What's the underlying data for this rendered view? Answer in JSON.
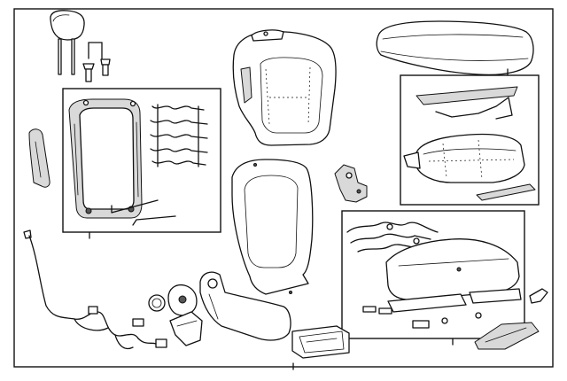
{
  "diagram": {
    "kind": "exploded-parts-diagram",
    "colors": {
      "line": "#111111",
      "background": "#ffffff",
      "shade": "#d9d9d9"
    },
    "parts": [
      "headrest",
      "headrest-guides",
      "seatback-frame",
      "seatback-spring-mat",
      "side-trim-cover",
      "wire-harness",
      "seatback-cover",
      "seatback-pad",
      "cushion-cover",
      "cushion-pad-group",
      "bracket",
      "adjuster-track-group",
      "knob",
      "recliner-handle",
      "side-shield",
      "lumbar-switch",
      "storage-tray",
      "rear-trim-cover",
      "end-cover",
      "track-cover"
    ],
    "callouts": 5
  }
}
